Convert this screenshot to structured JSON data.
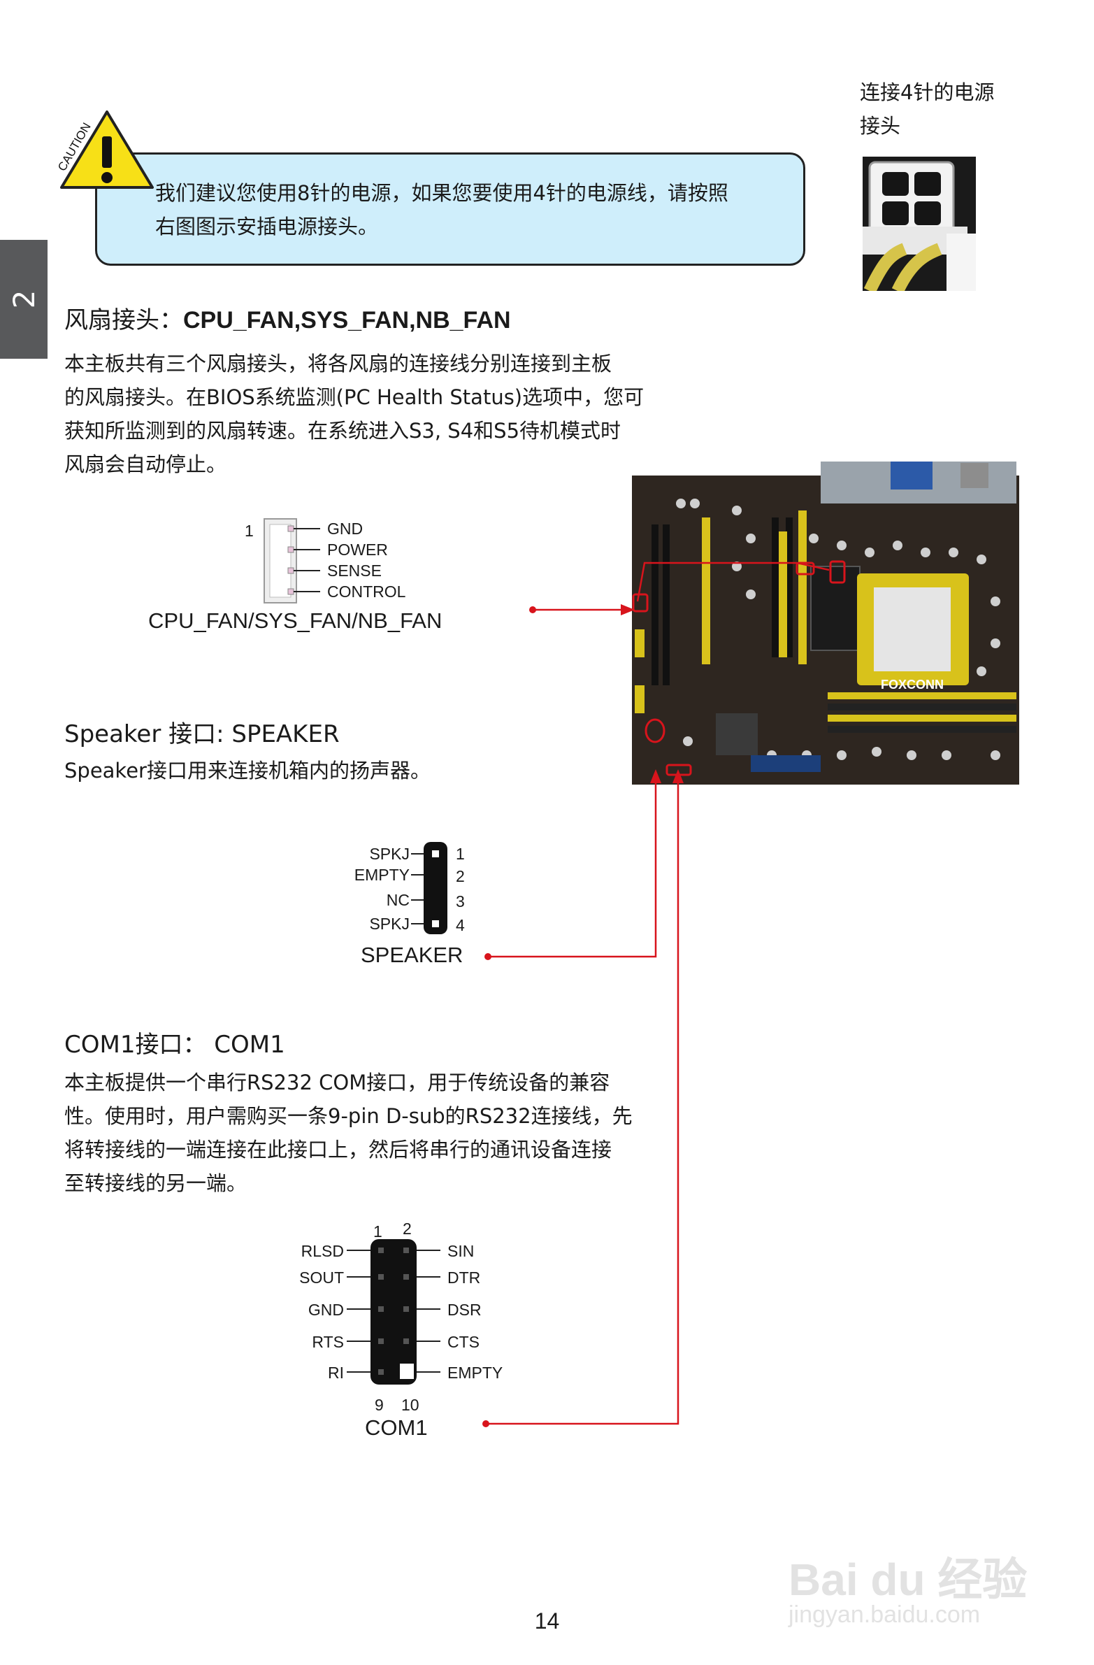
{
  "side_tab": {
    "chapter": "2"
  },
  "caution": {
    "icon_label": "CAUTION",
    "text_line1": "我们建议您使用8针的电源，如果您要使用4针的电源线，请按照",
    "text_line2": "右图图示安插电源接头。"
  },
  "psu_photo": {
    "caption_line1": "连接4针的电源",
    "caption_line2": "接头"
  },
  "fan": {
    "heading_prefix": "风扇接头：",
    "heading_bold": "CPU_FAN,SYS_FAN,NB_FAN",
    "para_lines": [
      "本主板共有三个风扇接头，将各风扇的连接线分别连接到主板",
      "的风扇接头。在BIOS系统监测(PC Health Status)选项中，您可",
      "获知所监测到的风扇转速。在系统进入S3, S4和S5待机模式时",
      "风扇会自动停止。"
    ],
    "pin_number": "1",
    "pins": [
      "GND",
      "POWER",
      "SENSE",
      "CONTROL"
    ],
    "caption": "CPU_FAN/SYS_FAN/NB_FAN"
  },
  "motherboard": {
    "brand": "FOXCONN"
  },
  "speaker": {
    "heading": "Speaker 接口: SPEAKER",
    "description": "Speaker接口用来连接机箱内的扬声器。",
    "pin_labels": [
      "SPKJ",
      "EMPTY",
      "NC",
      "SPKJ"
    ],
    "pin_numbers": [
      "1",
      "2",
      "3",
      "4"
    ],
    "caption": "SPEAKER"
  },
  "com": {
    "heading": "COM1接口：  COM1",
    "para_lines": [
      "本主板提供一个串行RS232 COM接口，用于传统设备的兼容",
      "性。使用时，用户需购买一条9-pin D-sub的RS232连接线，先",
      "将转接线的一端连接在此接口上，然后将串行的通讯设备连接",
      "至转接线的另一端。"
    ],
    "top_numbers": [
      "1",
      "2"
    ],
    "bottom_numbers": [
      "9",
      "10"
    ],
    "left_labels": [
      "RLSD",
      "SOUT",
      "GND",
      "RTS",
      "RI"
    ],
    "right_labels": [
      "SIN",
      "DTR",
      "DSR",
      "CTS",
      "EMPTY"
    ],
    "caption": "COM1"
  },
  "watermark": {
    "brand": "Bai du 经验",
    "url": "jingyan.baidu.com"
  },
  "page_number": "14",
  "colors": {
    "callout": "#d8141c",
    "caution_fill": "#cfeefb",
    "warning_yellow": "#f7e017",
    "tab": "#58595b"
  }
}
